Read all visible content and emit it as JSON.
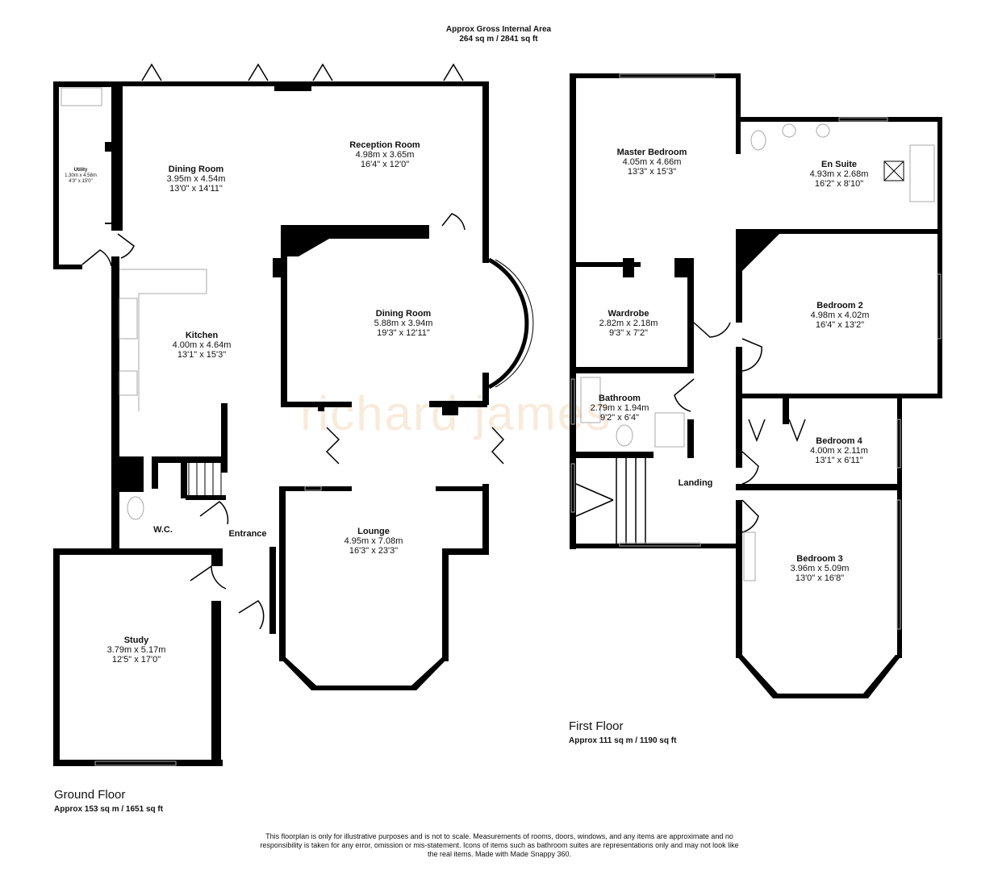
{
  "header": {
    "gross_area_title": "Approx Gross Internal Area",
    "gross_area_value": "264 sq m / 2841 sq ft"
  },
  "watermark": "richard james",
  "ground_floor": {
    "name": "Ground Floor",
    "area": "Approx 153 sq m / 1651 sq ft",
    "rooms": [
      {
        "name": "Utility",
        "metric": "1.30m x 4.58m",
        "imperial": "4'3\" x 15'0\""
      },
      {
        "name": "Dining Room",
        "metric": "3.95m x 4.54m",
        "imperial": "13'0\" x 14'11\""
      },
      {
        "name": "Reception Room",
        "metric": "4.98m x 3.65m",
        "imperial": "16'4\" x 12'0\""
      },
      {
        "name": "Kitchen",
        "metric": "4.00m x 4.64m",
        "imperial": "13'1\" x 15'3\""
      },
      {
        "name": "Dining Room",
        "metric": "5.88m x 3.94m",
        "imperial": "19'3\" x 12'11\""
      },
      {
        "name": "W.C.",
        "metric": "",
        "imperial": ""
      },
      {
        "name": "Entrance",
        "metric": "",
        "imperial": ""
      },
      {
        "name": "Lounge",
        "metric": "4.95m x 7.08m",
        "imperial": "16'3\" x 23'3\""
      },
      {
        "name": "Study",
        "metric": "3.79m x 5.17m",
        "imperial": "12'5\" x 17'0\""
      }
    ]
  },
  "first_floor": {
    "name": "First Floor",
    "area": "Approx 111 sq m / 1190 sq ft",
    "rooms": [
      {
        "name": "Master Bedroom",
        "metric": "4.05m x 4.66m",
        "imperial": "13'3\" x 15'3\""
      },
      {
        "name": "En Suite",
        "metric": "4.93m x 2.68m",
        "imperial": "16'2\" x 8'10\""
      },
      {
        "name": "Wardrobe",
        "metric": "2.82m x 2.18m",
        "imperial": "9'3\" x 7'2\""
      },
      {
        "name": "Bedroom 2",
        "metric": "4.98m x 4.02m",
        "imperial": "16'4\" x 13'2\""
      },
      {
        "name": "Bathroom",
        "metric": "2.79m x 1.94m",
        "imperial": "9'2\" x 6'4\""
      },
      {
        "name": "Bedroom 4",
        "metric": "4.00m x 2.11m",
        "imperial": "13'1\" x 6'11\""
      },
      {
        "name": "Landing",
        "metric": "",
        "imperial": ""
      },
      {
        "name": "Bedroom 3",
        "metric": "3.96m x 5.09m",
        "imperial": "13'0\" x 16'8\""
      }
    ]
  },
  "disclaimer": "This floorplan is only for illustrative purposes and is not to scale. Measurements of rooms, doors, windows, and any items are approximate and no responsibility is taken for any error, omission or mis-statement. Icons of items such as bathroom suites are representations only and may not look like the real items. Made with Made Snappy 360.",
  "colors": {
    "wall": "#000000",
    "fixture": "#aaaaaa",
    "watermark": "#f3dcbf"
  }
}
